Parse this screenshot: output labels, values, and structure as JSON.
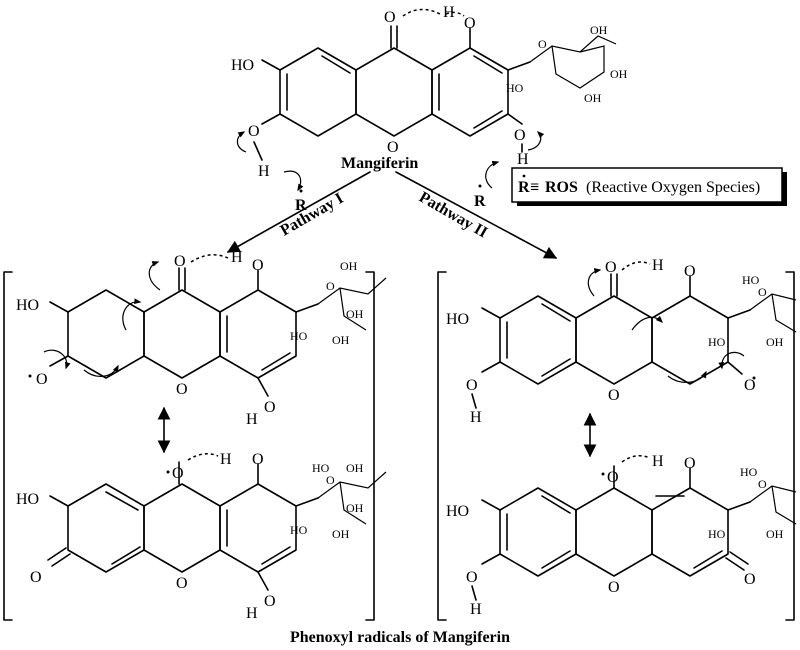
{
  "title_compound": "Mangiferin",
  "footer_caption": "Phenoxyl radicals of Mangiferin",
  "pathways": {
    "left": "Pathway I",
    "right": "Pathway II"
  },
  "radical_symbol": "R",
  "ros_legend": {
    "symbol": "R",
    "equiv": "≡",
    "abbr": "ROS",
    "full": "(Reactive Oxygen Species)"
  },
  "atoms": {
    "oxygen": "O",
    "hydrogen": "H",
    "hydroxyl_left": "HO",
    "hydroxyl_right": "OH",
    "sugar_oh_right": "OH",
    "sugar_oh_left": "HO"
  }
}
